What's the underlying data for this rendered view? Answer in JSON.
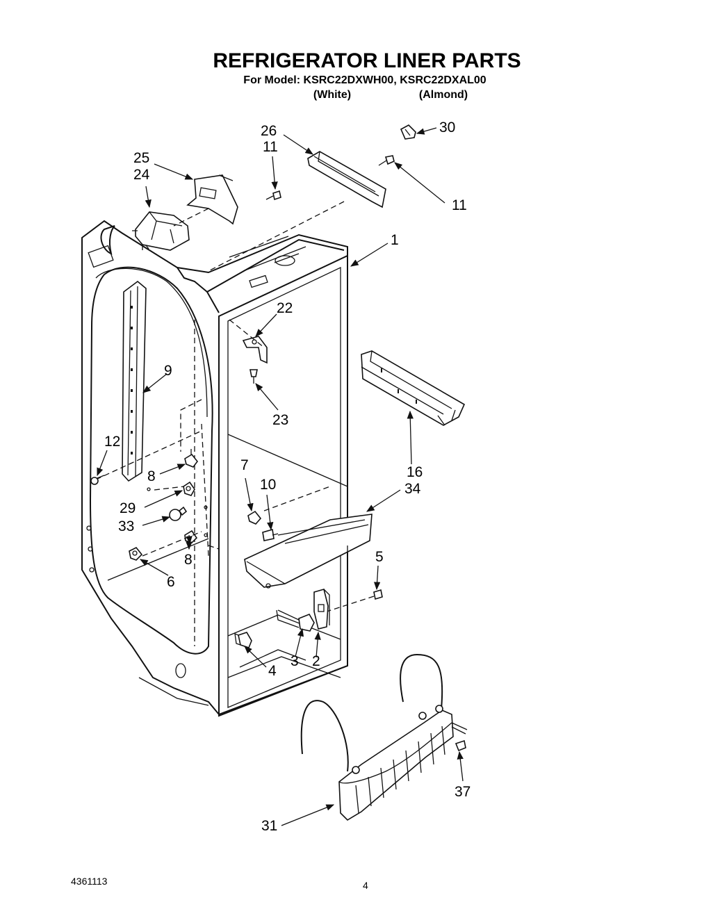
{
  "header": {
    "title": "REFRIGERATOR LINER PARTS",
    "model_line": "For Model: KSRC22DXWH00, KSRC22DXAL00",
    "color_white": "(White)",
    "color_almond": "(Almond)"
  },
  "callouts": [
    {
      "id": "c1",
      "label": "1"
    },
    {
      "id": "c2",
      "label": "2"
    },
    {
      "id": "c3",
      "label": "3"
    },
    {
      "id": "c4",
      "label": "4"
    },
    {
      "id": "c5",
      "label": "5"
    },
    {
      "id": "c6",
      "label": "6"
    },
    {
      "id": "c7",
      "label": "7"
    },
    {
      "id": "c8a",
      "label": "8"
    },
    {
      "id": "c8b",
      "label": "8"
    },
    {
      "id": "c9",
      "label": "9"
    },
    {
      "id": "c10",
      "label": "10"
    },
    {
      "id": "c11a",
      "label": "11"
    },
    {
      "id": "c11b",
      "label": "11"
    },
    {
      "id": "c12",
      "label": "12"
    },
    {
      "id": "c16",
      "label": "16"
    },
    {
      "id": "c22",
      "label": "22"
    },
    {
      "id": "c23",
      "label": "23"
    },
    {
      "id": "c24",
      "label": "24"
    },
    {
      "id": "c25",
      "label": "25"
    },
    {
      "id": "c26",
      "label": "26"
    },
    {
      "id": "c29",
      "label": "29"
    },
    {
      "id": "c30",
      "label": "30"
    },
    {
      "id": "c31",
      "label": "31"
    },
    {
      "id": "c33",
      "label": "33"
    },
    {
      "id": "c34",
      "label": "34"
    },
    {
      "id": "c37",
      "label": "37"
    }
  ],
  "footer": {
    "doc_number": "4361113",
    "page_number": "4"
  }
}
